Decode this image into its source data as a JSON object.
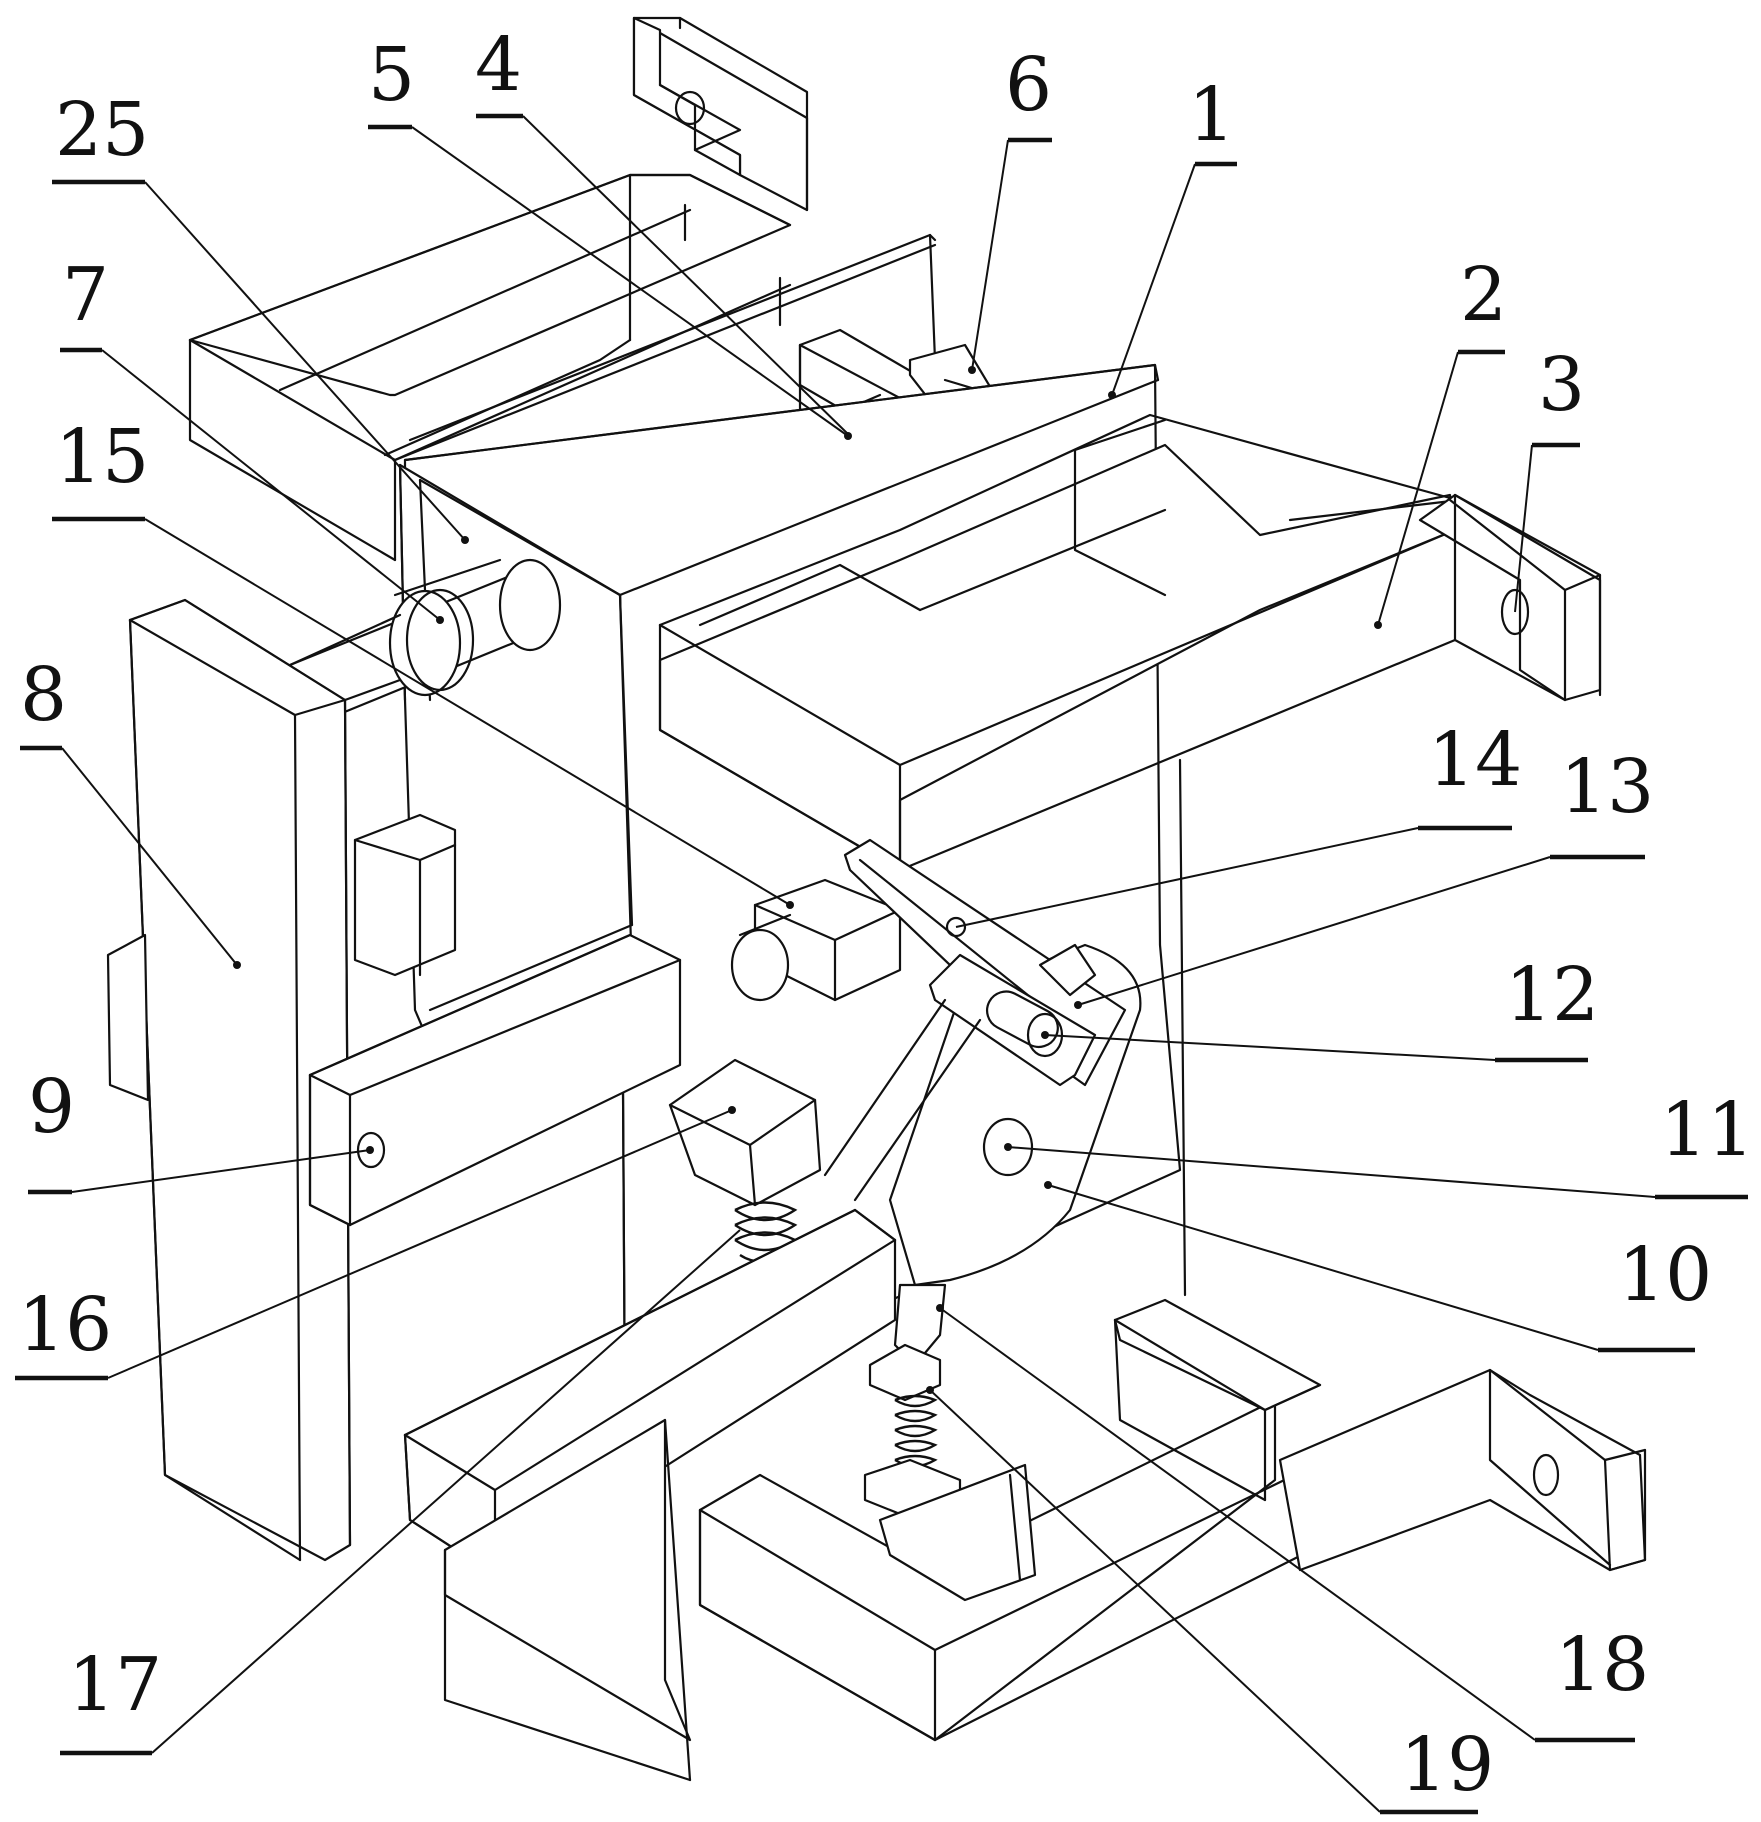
{
  "figure": {
    "type": "patent mechanical perspective drawing",
    "line_color": "#111111",
    "background": "#ffffff"
  },
  "callouts": [
    {
      "id": "c25",
      "label": "25"
    },
    {
      "id": "c5",
      "label": "5"
    },
    {
      "id": "c4",
      "label": "4"
    },
    {
      "id": "c6",
      "label": "6"
    },
    {
      "id": "c1",
      "label": "1"
    },
    {
      "id": "c2",
      "label": "2"
    },
    {
      "id": "c3",
      "label": "3"
    },
    {
      "id": "c7",
      "label": "7"
    },
    {
      "id": "c15",
      "label": "15"
    },
    {
      "id": "c8",
      "label": "8"
    },
    {
      "id": "c14",
      "label": "14"
    },
    {
      "id": "c13",
      "label": "13"
    },
    {
      "id": "c12",
      "label": "12"
    },
    {
      "id": "c9",
      "label": "9"
    },
    {
      "id": "c11",
      "label": "11"
    },
    {
      "id": "c10",
      "label": "10"
    },
    {
      "id": "c16",
      "label": "16"
    },
    {
      "id": "c17",
      "label": "17"
    },
    {
      "id": "c18",
      "label": "18"
    },
    {
      "id": "c19",
      "label": "19"
    }
  ]
}
